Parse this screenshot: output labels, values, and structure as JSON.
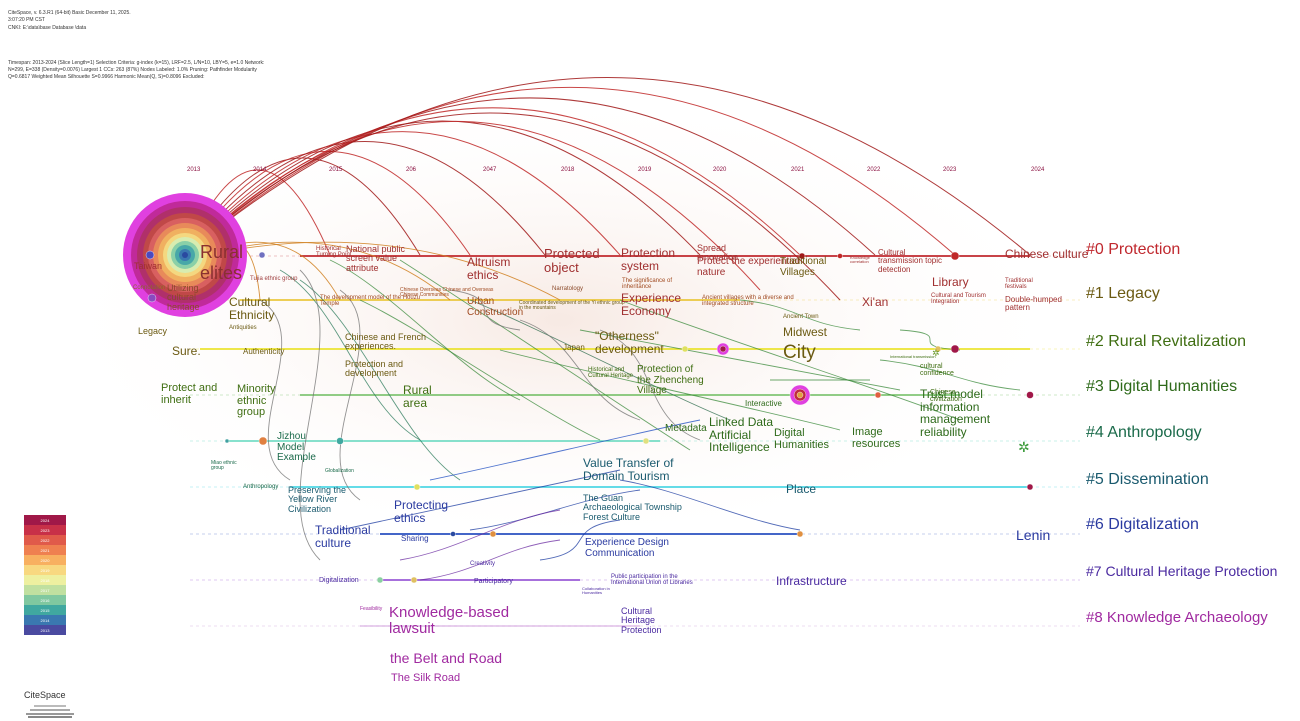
{
  "header": {
    "version": "CiteSpace, v. 6.3.R1 (64-bit) Basic December 11, 2025.",
    "time": "3:07:20 PM CST",
    "source": "CNKI: E:\\data\\base Database \\data",
    "params": "Timespan: 2013-2024 (Slice Length=1) Selection Criteria: g-index (k=15), LRF=2.5, L/N=10, LBY=5, e=1.0 Network: N=299, E=338 (Density=0.0076) Largest 1 CCs: 263 (87%) Nodes Labeled: 1.0% Pruning: Pathfinder Modularity Q=0.6817 Weighted Mean Silhouette S=0.9966 Harmonic Mean(Q, S)=0.8096 Excluded:"
  },
  "years": [
    "2013",
    "2014",
    "2015",
    "206",
    "2047",
    "2018",
    "2019",
    "2020",
    "2021",
    "2022",
    "2023",
    "2024"
  ],
  "clusters": [
    {
      "label": "#0 Protection",
      "color": "#c0282e"
    },
    {
      "label": "#1 Legacy",
      "color": "#6b5a12"
    },
    {
      "label": "#2 Rural Revitalization",
      "color": "#3f6e12"
    },
    {
      "label": "#3 Digital Humanities",
      "color": "#2e6a1a"
    },
    {
      "label": "#4 Anthropology",
      "color": "#1a6a4a"
    },
    {
      "label": "#5 Dissemination",
      "color": "#1a5a6e"
    },
    {
      "label": "#6 Digitalization",
      "color": "#2a3aa0"
    },
    {
      "label": "#7 Cultural Heritage Protection",
      "color": "#4a2aa0"
    },
    {
      "label": "#8 Knowledge Archaeology",
      "color": "#a02aa0"
    }
  ],
  "node_labels": [
    {
      "text": "Rural",
      "color": "#8a3030"
    },
    {
      "text": "elites",
      "color": "#8a3030"
    },
    {
      "text": "Taiwan",
      "color": "#a03030"
    },
    {
      "text": "Connotation",
      "color": "#8a6a2a"
    },
    {
      "text": "Utilizing cultural heritage",
      "color": "#8a4a2a"
    },
    {
      "text": "Cultural Ethnicity",
      "color": "#6b5a12"
    },
    {
      "text": "Antiquities",
      "color": "#6b5a12"
    },
    {
      "text": "Legacy",
      "color": "#6b5a12"
    },
    {
      "text": "Sure.",
      "color": "#6b5a12"
    },
    {
      "text": "Tujia ethnic group",
      "color": "#a04040"
    },
    {
      "text": "Historical Turning Point",
      "color": "#a03030"
    },
    {
      "text": "National public screen value attribute",
      "color": "#a03030"
    },
    {
      "text": "The development model of the Houzu Temple",
      "color": "#a04a20"
    },
    {
      "text": "Chinese Overseas Chinese and Overseas Chinese Communities",
      "color": "#a04a20"
    },
    {
      "text": "Altruism ethics",
      "color": "#a03030"
    },
    {
      "text": "Urban Construction",
      "color": "#a04a20"
    },
    {
      "text": "Protected object",
      "color": "#a03030"
    },
    {
      "text": "Narratology",
      "color": "#8a4a2a"
    },
    {
      "text": "Coordinated development of the Yi ethnic group in the mountains",
      "color": "#6b5a12"
    },
    {
      "text": "Protection system",
      "color": "#a03030"
    },
    {
      "text": "The significance of inheritance",
      "color": "#a04a20"
    },
    {
      "text": "Experience Economy",
      "color": "#a03030"
    },
    {
      "text": "Spread innovation",
      "color": "#a03030"
    },
    {
      "text": "Protect the experiential nature",
      "color": "#a03030"
    },
    {
      "text": "Ancient villages with a diverse and integrated structure",
      "color": "#a04a20"
    },
    {
      "text": "Traditional Villages",
      "color": "#6b5a12"
    },
    {
      "text": "Ancient Town",
      "color": "#6b5a12"
    },
    {
      "text": "Midwest",
      "color": "#6b5a12"
    },
    {
      "text": "City",
      "color": "#6b5a12"
    },
    {
      "text": "Knowledge correlation",
      "color": "#a03030"
    },
    {
      "text": "Cultural transmission topic detection",
      "color": "#a03030"
    },
    {
      "text": "Xi'an",
      "color": "#a03030"
    },
    {
      "text": "Library",
      "color": "#a03030"
    },
    {
      "text": "Cultural and Tourism Integration",
      "color": "#a03030"
    },
    {
      "text": "Chinese culture",
      "color": "#a03030"
    },
    {
      "text": "Traditional festivals",
      "color": "#a03030"
    },
    {
      "text": "Double-humped pattern",
      "color": "#a03030"
    },
    {
      "text": "Authenticity",
      "color": "#6b5a12"
    },
    {
      "text": "Chinese and French experiences.",
      "color": "#6b5a12"
    },
    {
      "text": "Protection and development",
      "color": "#6b5a12"
    },
    {
      "text": "Japan",
      "color": "#6b5a12"
    },
    {
      "text": "\"Otherness\" development",
      "color": "#6b5a12"
    },
    {
      "text": "Protect and inherit",
      "color": "#3f6e12"
    },
    {
      "text": "Minority ethnic group",
      "color": "#3f6e12"
    },
    {
      "text": "Rural area",
      "color": "#3f6e12"
    },
    {
      "text": "Historical and Cultural Heritage",
      "color": "#3f6e12"
    },
    {
      "text": "Protection of the Zhencheng Village",
      "color": "#3f6e12"
    },
    {
      "text": "International transmission",
      "color": "#3f6e12"
    },
    {
      "text": "cultural confidence",
      "color": "#3f6e12"
    },
    {
      "text": "Chinese civilization",
      "color": "#3f6e12"
    },
    {
      "text": "Interactive",
      "color": "#2e6a1a"
    },
    {
      "text": "Metadata",
      "color": "#2e6a1a"
    },
    {
      "text": "Linked Data Artificial Intelligence",
      "color": "#2e6a1a"
    },
    {
      "text": "Digital Humanities",
      "color": "#2e6a1a"
    },
    {
      "text": "Image resources",
      "color": "#2e6a1a"
    },
    {
      "text": "Trust model information management reliability",
      "color": "#2e6a1a"
    },
    {
      "text": "Miao ethnic group",
      "color": "#1a6a4a"
    },
    {
      "text": "Jizhou Model Example",
      "color": "#1a6a4a"
    },
    {
      "text": "Globalization",
      "color": "#1a6a4a"
    },
    {
      "text": "Anthropology",
      "color": "#1a6a4a"
    },
    {
      "text": "Preserving the Yellow River Civilization",
      "color": "#1a5a6e"
    },
    {
      "text": "Value Transfer of Domain Tourism",
      "color": "#1a5a6e"
    },
    {
      "text": "The Guan Archaeological Township Forest Culture",
      "color": "#1a5a6e"
    },
    {
      "text": "Place",
      "color": "#1a5a6e"
    },
    {
      "text": "Protecting ethics",
      "color": "#2a3aa0"
    },
    {
      "text": "Traditional culture",
      "color": "#2a3aa0"
    },
    {
      "text": "Sharing",
      "color": "#2a3aa0"
    },
    {
      "text": "Experience Design Communication",
      "color": "#2a3aa0"
    },
    {
      "text": "Lenin",
      "color": "#2a3aa0"
    },
    {
      "text": "Creativity",
      "color": "#4a2aa0"
    },
    {
      "text": "Digitalization",
      "color": "#4a2aa0"
    },
    {
      "text": "Participatory",
      "color": "#4a2aa0"
    },
    {
      "text": "Collaboration in Humanities",
      "color": "#4a2aa0"
    },
    {
      "text": "Public participation in the International Union of Libraries",
      "color": "#4a2aa0"
    },
    {
      "text": "Infrastructure",
      "color": "#4a2aa0"
    },
    {
      "text": "Cultural Heritage Protection",
      "color": "#4a2aa0"
    },
    {
      "text": "Feasibility",
      "color": "#a02aa0"
    },
    {
      "text": "Knowledge-based lawsuit",
      "color": "#a02aa0"
    },
    {
      "text": "the Belt and Road",
      "color": "#a02aa0"
    },
    {
      "text": "The Silk Road",
      "color": "#a02aa0"
    }
  ],
  "legend": {
    "years": [
      "2024",
      "2023",
      "2022",
      "2021",
      "2020",
      "2019",
      "2018",
      "2017",
      "2016",
      "2015",
      "2014",
      "2013"
    ],
    "colors": [
      "#a01848",
      "#c83048",
      "#e05a4a",
      "#ef8050",
      "#f8b060",
      "#f8d880",
      "#eef0a0",
      "#c0e0a0",
      "#80c8a0",
      "#40a8a0",
      "#3a78b0",
      "#4a4aa0"
    ]
  },
  "brand": "CiteSpace"
}
